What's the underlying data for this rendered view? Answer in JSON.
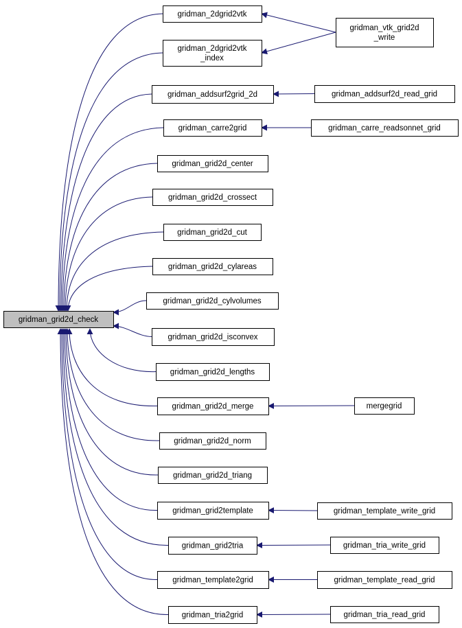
{
  "graph": {
    "root": {
      "id": "root",
      "label": "gridman_grid2d_check"
    },
    "callers": [
      {
        "id": "n1",
        "lines": [
          "gridman_2dgrid2vtk"
        ]
      },
      {
        "id": "n2",
        "lines": [
          "gridman_2dgrid2vtk",
          "_index"
        ]
      },
      {
        "id": "n3",
        "lines": [
          "gridman_addsurf2grid_2d"
        ]
      },
      {
        "id": "n4",
        "lines": [
          "gridman_carre2grid"
        ]
      },
      {
        "id": "n5",
        "lines": [
          "gridman_grid2d_center"
        ]
      },
      {
        "id": "n6",
        "lines": [
          "gridman_grid2d_crossect"
        ]
      },
      {
        "id": "n7",
        "lines": [
          "gridman_grid2d_cut"
        ]
      },
      {
        "id": "n8",
        "lines": [
          "gridman_grid2d_cylareas"
        ]
      },
      {
        "id": "n9",
        "lines": [
          "gridman_grid2d_cylvolumes"
        ]
      },
      {
        "id": "n10",
        "lines": [
          "gridman_grid2d_isconvex"
        ]
      },
      {
        "id": "n11",
        "lines": [
          "gridman_grid2d_lengths"
        ]
      },
      {
        "id": "n12",
        "lines": [
          "gridman_grid2d_merge"
        ]
      },
      {
        "id": "n13",
        "lines": [
          "gridman_grid2d_norm"
        ]
      },
      {
        "id": "n14",
        "lines": [
          "gridman_grid2d_triang"
        ]
      },
      {
        "id": "n15",
        "lines": [
          "gridman_grid2template"
        ]
      },
      {
        "id": "n16",
        "lines": [
          "gridman_grid2tria"
        ]
      },
      {
        "id": "n17",
        "lines": [
          "gridman_template2grid"
        ]
      },
      {
        "id": "n18",
        "lines": [
          "gridman_tria2grid"
        ]
      }
    ],
    "second_level": [
      {
        "id": "m1",
        "lines": [
          "gridman_vtk_grid2d",
          "_write"
        ],
        "calls": [
          "n1",
          "n2"
        ]
      },
      {
        "id": "m2",
        "lines": [
          "gridman_addsurf2d_read_grid"
        ],
        "calls": [
          "n3"
        ]
      },
      {
        "id": "m3",
        "lines": [
          "gridman_carre_readsonnet_grid"
        ],
        "calls": [
          "n4"
        ]
      },
      {
        "id": "m4",
        "lines": [
          "mergegrid"
        ],
        "calls": [
          "n12"
        ]
      },
      {
        "id": "m5",
        "lines": [
          "gridman_template_write_grid"
        ],
        "calls": [
          "n15"
        ]
      },
      {
        "id": "m6",
        "lines": [
          "gridman_tria_write_grid"
        ],
        "calls": [
          "n16"
        ]
      },
      {
        "id": "m7",
        "lines": [
          "gridman_template_read_grid"
        ],
        "calls": [
          "n17"
        ]
      },
      {
        "id": "m8",
        "lines": [
          "gridman_tria_read_grid"
        ],
        "calls": [
          "n18"
        ]
      }
    ],
    "colors": {
      "edge": "#191970",
      "root_fill": "#bfbfbf",
      "node_fill": "#ffffff",
      "border": "#000000"
    }
  }
}
